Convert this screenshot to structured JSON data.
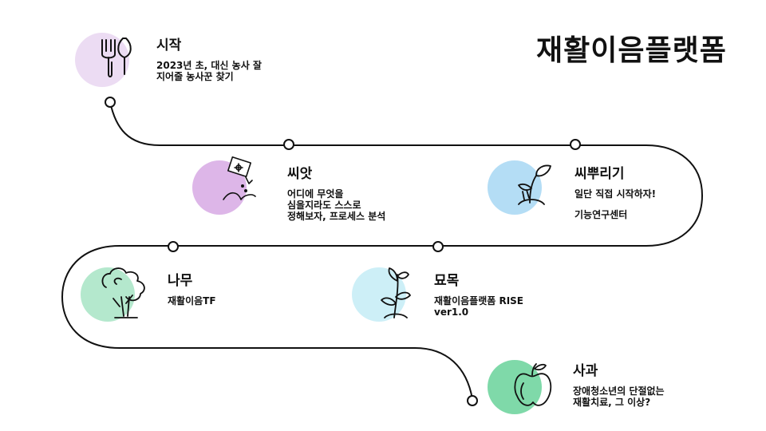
{
  "title": "재활이음플랫폼",
  "stages": [
    {
      "id": "start",
      "title": "시작",
      "desc": "2023년 초, 대신 농사 잘\n지어줄 농사꾼 찾기",
      "icon": "fork-trowel-icon",
      "circle_color": "#ecdcf3"
    },
    {
      "id": "seed",
      "title": "씨앗",
      "desc": "어디에 무엇을\n심을지라도 스스로\n정해보자, 프로세스 분석",
      "icon": "seed-packet-icon",
      "circle_color": "#ddb6e8"
    },
    {
      "id": "sprout",
      "title": "씨뿌리기",
      "desc": "일단 직접 시작하자!",
      "extra": "기능연구센터",
      "icon": "sprout-icon",
      "circle_color": "#b4ddf5"
    },
    {
      "id": "tree",
      "title": "나무",
      "desc": "재활이음TF",
      "icon": "tree-icon",
      "circle_color": "#b4e8cd"
    },
    {
      "id": "seedling",
      "title": "묘목",
      "desc": "재활이음플랫폼 RISE\nver1.0",
      "icon": "seedling-icon",
      "circle_color": "#cdeff7"
    },
    {
      "id": "apple",
      "title": "사과",
      "desc": "장애청소년의 단절없는\n재활치료, 그 이상?",
      "icon": "apple-icon",
      "circle_color": "#7fd9a9"
    }
  ]
}
